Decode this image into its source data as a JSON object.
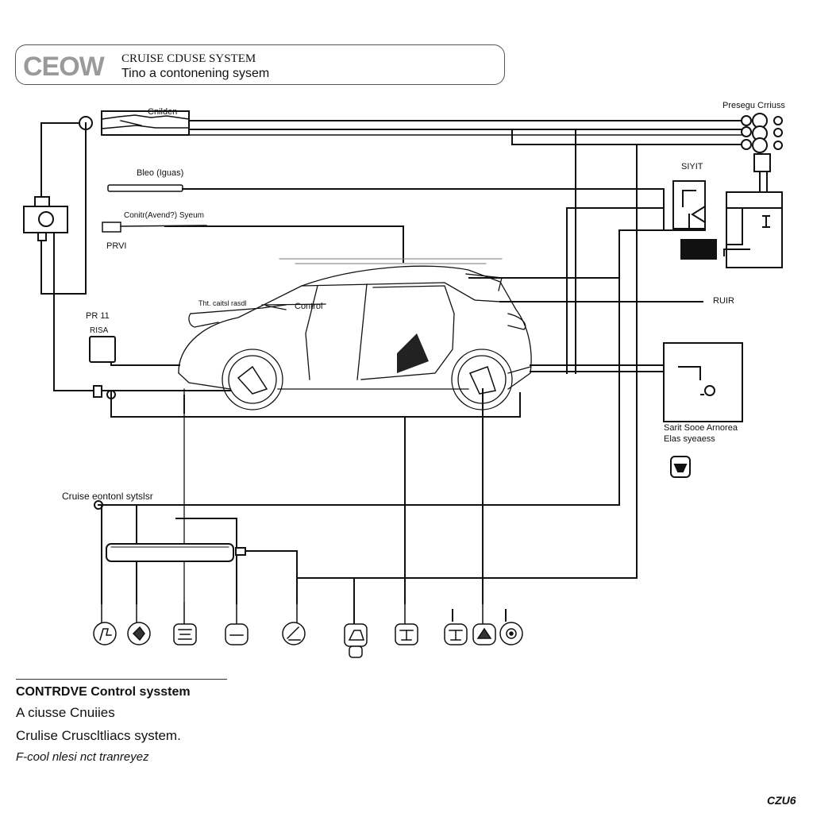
{
  "header": {
    "logo": "CEOW",
    "title": "CRUISE CDUSE SYSTEM",
    "subtitle": "Tino a contonening sysem"
  },
  "labels": {
    "top_switch": "Cnilden",
    "top_right": "Presegu Crriuss",
    "stop_switch": "Bleo (Iguas)",
    "control_sensor": "Conitr(Avend?) Syeum",
    "prvi": "PRVI",
    "pr_left": "PR 11",
    "pr_left_sub": "RISA",
    "car_label": "Control",
    "car_front_label": "Tht. caitsl rasdl",
    "syit": "SIYIT",
    "ruir": "RUIR",
    "sensor_box_line1": "Sarit Sooe Arnorea",
    "sensor_box_line2": "Elas syeaess",
    "lower_label": "Cruise eontonl sytslsr"
  },
  "legend": {
    "line1": "CONTRDVE Control sysstem",
    "line2": "A ciusse Cnuiies",
    "line3": "Crulise Cruscltliacs system.",
    "line4": "F-cool nlesi nct tranreyez"
  },
  "corner": "CZU6",
  "icons": [
    "hand-icon",
    "flame-icon",
    "battery-icon",
    "dash-icon",
    "wiper-icon",
    "horn-icon",
    "relay-icon",
    "fuse-icon",
    "gear-icon",
    "sensor-icon"
  ]
}
